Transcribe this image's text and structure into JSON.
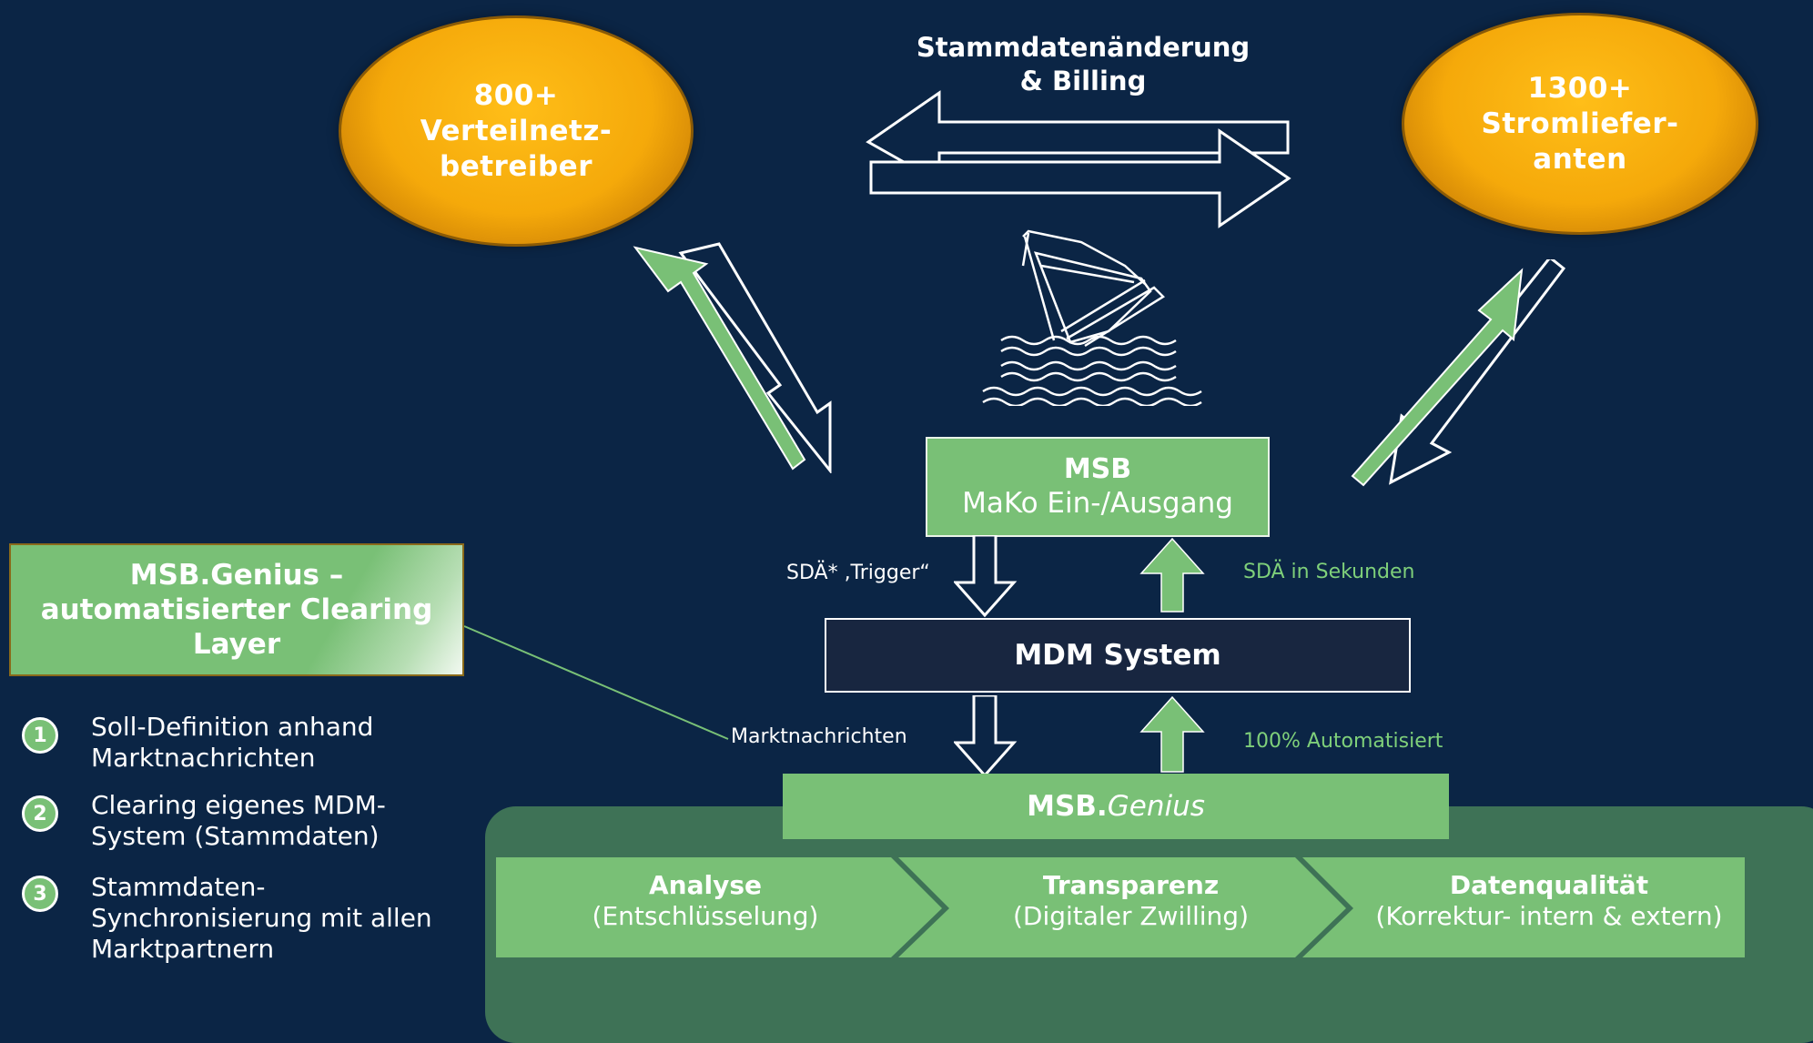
{
  "top_flow": {
    "label_line1": "Stammdatenänderung",
    "label_line2": "& Billing"
  },
  "left_ellipse": {
    "text": "800+\nVerteilnetz-\nbetreiber"
  },
  "right_ellipse": {
    "text": "1300+\nStromliefer-\nanten"
  },
  "msb_box": {
    "title": "MSB",
    "subtitle": "MaKo Ein-/Ausgang"
  },
  "mdm_box": {
    "title": "MDM System"
  },
  "arrow_labels": {
    "sda_trigger": "SDÄ* ‚Trigger“",
    "sda_seconds": "SDÄ in Sekunden",
    "marktnachrichten": "Marktnachrichten",
    "automatisiert": "100% Automatisiert"
  },
  "genius_bar": {
    "prefix": "MSB.",
    "suffix": "Genius"
  },
  "stages": [
    {
      "title": "Analyse",
      "subtitle": "(Entschlüsselung)"
    },
    {
      "title": "Transparenz",
      "subtitle": "(Digitaler Zwilling)"
    },
    {
      "title": "Datenqualität",
      "subtitle": "(Korrektur- intern & extern)"
    }
  ],
  "clearing_box": {
    "text": "MSB.Genius –\nautomatisierter Clearing\nLayer"
  },
  "steps": [
    {
      "num": "1",
      "text": "Soll-Definition anhand\nMarktnachrichten"
    },
    {
      "num": "2",
      "text": "Clearing eigenes MDM-\nSystem (Stammdaten)"
    },
    {
      "num": "3",
      "text": "Stammdaten-\nSynchronisierung mit allen\nMarktpartnern"
    }
  ],
  "colors": {
    "background": "#0b2545",
    "green": "#79c076",
    "orange": "#f5a90a",
    "panel": "#3e7256",
    "mdm": "#182640"
  }
}
